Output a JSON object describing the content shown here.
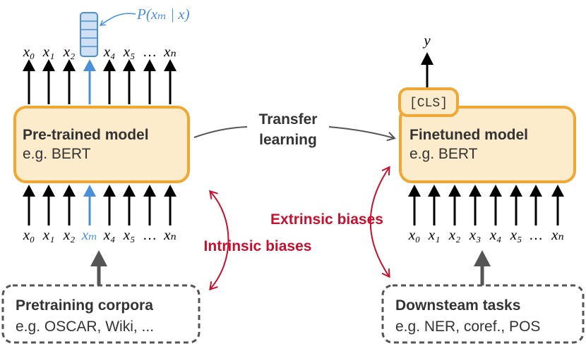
{
  "colors": {
    "model_fill": "#fdeccb",
    "model_border": "#f0a733",
    "arrow": "#000000",
    "highlight": "#4a90d9",
    "bias": "#c8102e",
    "dark_arrow": "#555555",
    "transfer_arrow": "#555555",
    "dashed_border": "#555555",
    "text": "#333333"
  },
  "pretrained_model": {
    "title": "Pre-trained model",
    "subtitle": "e.g. BERT"
  },
  "finetuned_model": {
    "title": "Finetuned model",
    "subtitle": "e.g. BERT"
  },
  "cls_token": "[CLS]",
  "output_label": "y",
  "probability_label": "P(xₘ | x)",
  "transfer": {
    "line1": "Transfer",
    "line2": "learning"
  },
  "biases": {
    "intrinsic": "Intrinsic biases",
    "extrinsic": "Extrinsic biases"
  },
  "pretraining_corpora": {
    "title": "Pretraining corpora",
    "subtitle": "e.g. OSCAR, Wiki, ..."
  },
  "downstream_tasks": {
    "title": "Downsteam tasks",
    "subtitle": "e.g. NER, coref., POS"
  },
  "pretrain_output_tokens": [
    "x₀",
    "x₁",
    "x₂",
    "",
    "x₄",
    "x₅",
    "…",
    "xₙ"
  ],
  "pretrain_input_tokens": [
    "x₀",
    "x₁",
    "x₂",
    "xₘ",
    "x₄",
    "x₅",
    "…",
    "xₙ"
  ],
  "finetune_input_tokens": [
    "x₀",
    "x₁",
    "x₂",
    "x₃",
    "x₄",
    "x₅",
    "…",
    "xₙ"
  ],
  "masked_index": 3
}
